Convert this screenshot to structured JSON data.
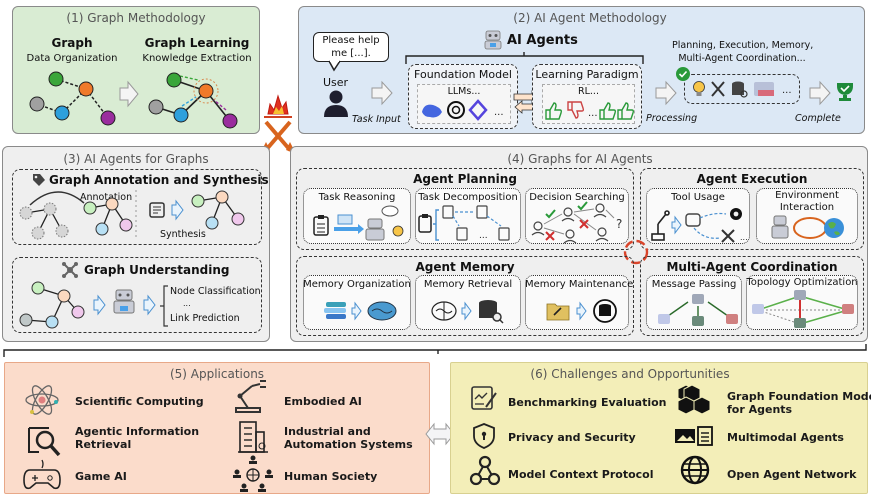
{
  "sections": {
    "graph_methodology": {
      "title": "(1) Graph Methodology",
      "graph": {
        "heading": "Graph",
        "sub": "Data Organization"
      },
      "graph_learning": {
        "heading": "Graph Learning",
        "sub": "Knowledge Extraction"
      }
    },
    "ai_agent_methodology": {
      "title": "(2) AI Agent Methodology",
      "user_bubble": "Please help me [...].",
      "user_label": "User",
      "task_input": "Task Input",
      "agents_heading": "AI Agents",
      "foundation_model": {
        "heading": "Foundation Model",
        "sub": "LLMs...",
        "ellipsis": "..."
      },
      "learning_paradigm": {
        "heading": "Learning Paradigm",
        "sub": "RL...",
        "ellipsis": "..."
      },
      "capabilities": "Planning, Execution, Memory, Multi-Agent Coordination...",
      "capabilities_line1": "Planning, Execution, Memory,",
      "capabilities_line2": "Multi-Agent Coordination...",
      "processing": "Processing",
      "complete": "Complete",
      "tool_ellipsis": "..."
    },
    "agents_for_graphs": {
      "title": "(3) AI Agents for Graphs",
      "annotation_synthesis": {
        "heading": "Graph Annotation and Synthesis",
        "annotation": "Annotation",
        "synthesis": "Synthesis"
      },
      "understanding": {
        "heading": "Graph Understanding",
        "outputs": [
          "Node Classification",
          "...",
          "Link Prediction"
        ]
      }
    },
    "graphs_for_agents": {
      "title": "(4) Graphs for AI Agents",
      "planning": {
        "heading": "Agent Planning",
        "items": [
          "Task Reasoning",
          "Task Decomposition",
          "Decision Searching"
        ]
      },
      "execution": {
        "heading": "Agent Execution",
        "items": [
          "Tool Usage",
          "Environment Interaction"
        ],
        "env_line1": "Environment",
        "env_line2": "Interaction"
      },
      "memory": {
        "heading": "Agent Memory",
        "items": [
          "Memory Organization",
          "Memory Retrieval",
          "Memory Maintenance"
        ]
      },
      "coordination": {
        "heading": "Multi-Agent Coordination",
        "items": [
          "Message Passing",
          "Topology Optimization"
        ]
      },
      "ellipsis": "...",
      "question": "?"
    },
    "applications": {
      "title": "(5) Applications",
      "items": [
        {
          "label": "Scientific Computing",
          "icon": "atom-icon"
        },
        {
          "label": "Embodied AI",
          "icon": "robot-arm-icon"
        },
        {
          "label": "Agentic Information Retrieval",
          "line1": "Agentic Information",
          "line2": "Retrieval",
          "icon": "magnifier-icon"
        },
        {
          "label": "Industrial and Automation Systems",
          "line1": "Industrial and",
          "line2": "Automation Systems",
          "icon": "factory-icon"
        },
        {
          "label": "Game AI",
          "icon": "gamepad-icon"
        },
        {
          "label": "Human Society",
          "icon": "people-network-icon"
        }
      ]
    },
    "challenges": {
      "title": "(6) Challenges and Opportunities",
      "items": [
        {
          "label": "Benchmarking Evaluation",
          "icon": "chart-pencil-icon"
        },
        {
          "label": "Graph Foundation Models for Agents",
          "line1": "Graph Foundation Models",
          "line2": "for Agents",
          "icon": "cubes-icon"
        },
        {
          "label": "Privacy and Security",
          "icon": "shield-lock-icon"
        },
        {
          "label": "Multimodal Agents",
          "icon": "image-document-icon"
        },
        {
          "label": "Model Context Protocol",
          "icon": "triangle-nodes-icon"
        },
        {
          "label": "Open Agent Network",
          "icon": "globe-icon"
        }
      ]
    }
  },
  "colors": {
    "green_panel": "#d9ecd3",
    "blue_panel": "#dce8f5",
    "gray_panel": "#efefef",
    "apps_panel": "#fbdccb",
    "challenges_panel": "#f3eeb8",
    "node_green": "#3aa63a",
    "node_orange": "#f07a2a",
    "node_gray": "#a0a0a0",
    "node_blue": "#2ea0dc",
    "node_purple": "#9a2d9e",
    "accent_red": "#d9442a",
    "accent_orange": "#d8641e",
    "check_green": "#2a9a3a"
  }
}
